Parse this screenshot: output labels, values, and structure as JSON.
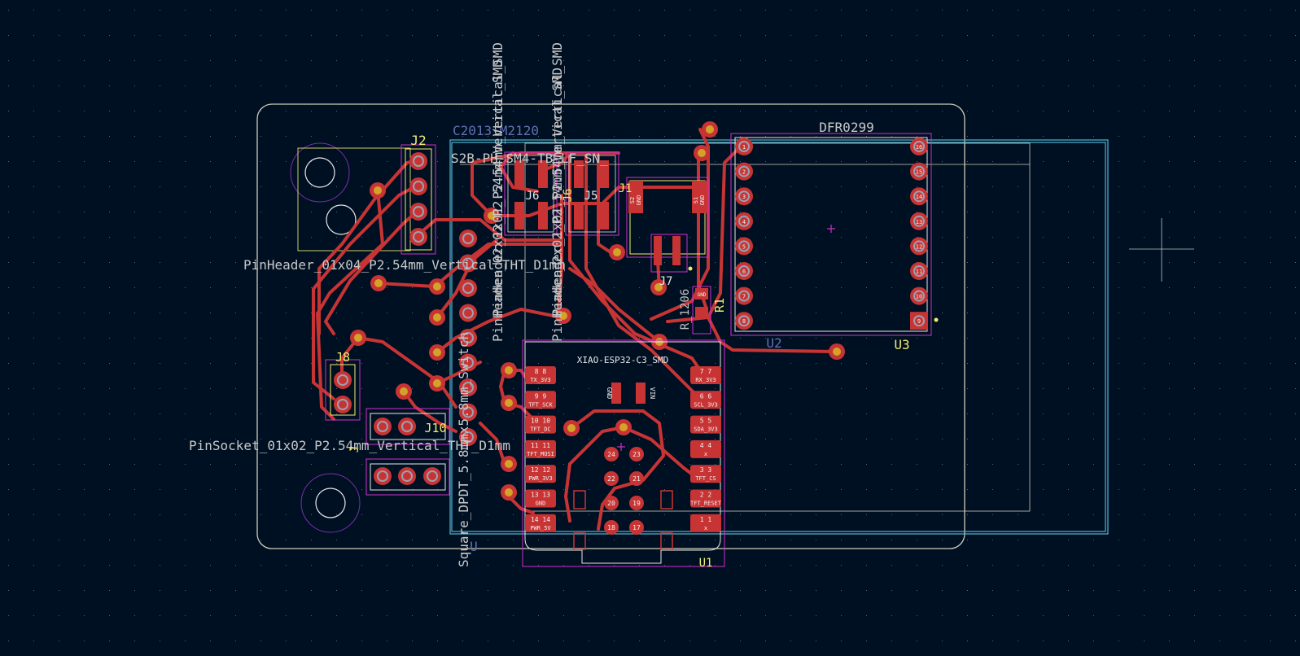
{
  "app": "pcb-layout-editor",
  "colors": {
    "background": "#001023",
    "grid_dot": "#5a6472",
    "edge_cuts": "#cfcbb8",
    "copper": "#c83434",
    "pad_ring": "#d3a327",
    "pad_center": "#a06a10",
    "silk_white": "#d8d8d0",
    "silk_yellow": "#f2ec6e",
    "courtyard": "#d130c9",
    "fab_gray": "#9aa0b0",
    "fab_dim": "#6070b0",
    "outline_cyan": "#4fb6d0",
    "cursor": "#c0c0c0"
  },
  "labels": {
    "j2_ref": "J2",
    "dfr_value": "DFR0299",
    "u3_ref": "U3",
    "u2_ref": "U2",
    "u1_ref": "U1",
    "u_ref": "U",
    "j6_ref": "J6",
    "j5_ref": "J5",
    "j7_ref": "J7",
    "j8_ref": "J8",
    "j_ref": "J",
    "r1_ref": "R1",
    "r_val": "R_1206",
    "j10_ref": "J10",
    "j6b_ref": "J6",
    "j5b_ref": "J5",
    "j1_ref": "J1",
    "conn_value": "C2013-M2120",
    "s2b_value": "S2B-PH-SM4-TB_LF_SN_",
    "pinheader_01x04": "PinHeader_01x04_P2.54mm_Vertical_THT_D1mm",
    "pinheader_02x02_a": "PinHeader_02x02_P2.54mm_Vertical_SMD",
    "pinheader_02x02_b": "PinHeader_2x02_P2.54mm_Vertical_SMD",
    "pinheader_1x01_a": "PinHeader_1x01_P2.54mm_Vertical_SMD",
    "pinheader_1x01_b": "PinHeader_1x01_P2.54mm_Vertical_SMD",
    "pinsocket": "PinSocket_01x02_P2.54mm_Vertical_THT_D1mm",
    "switch_value": "Square_DPDT_5.8mmx5.8mm_Switch",
    "xiao_title": "XIAO-ESP32-C3_SMD",
    "gnd_pad": "GND",
    "vin_pad": "VIN",
    "s2_pad": "S2",
    "s1_pad": "S1",
    "gnd_s2": "GND",
    "gnd_s1": "GND",
    "r1_pad": "GND"
  },
  "xiao_pins_left": [
    {
      "num": "8 8",
      "name": "TX_3V3"
    },
    {
      "num": "9 9",
      "name": "TFT_SCK"
    },
    {
      "num": "10 10",
      "name": "TFT_DC"
    },
    {
      "num": "11 11",
      "name": "TFT_MOSI"
    },
    {
      "num": "12 12",
      "name": "PWR_3V3"
    },
    {
      "num": "13 13",
      "name": "GND"
    },
    {
      "num": "14 14",
      "name": "PWR_5V"
    }
  ],
  "xiao_pins_right": [
    {
      "num": "7 7",
      "name": "RX_3V3"
    },
    {
      "num": "6 6",
      "name": "SCL_3V3"
    },
    {
      "num": "5 5",
      "name": "SDA_3V3"
    },
    {
      "num": "4 4",
      "name": "x"
    },
    {
      "num": "3 3",
      "name": "TFT_CS"
    },
    {
      "num": "2 2",
      "name": "TFT_RESET"
    },
    {
      "num": "1 1",
      "name": "x"
    }
  ],
  "xiao_bottom_pads": [
    "24",
    "23",
    "22",
    "21",
    "20",
    "19",
    "18",
    "17"
  ],
  "dfr_pins_left": [
    "1",
    "2",
    "3",
    "4",
    "5",
    "6",
    "7",
    "8"
  ],
  "dfr_pins_right": [
    "16",
    "15",
    "14",
    "13",
    "12",
    "11",
    "10",
    "9"
  ]
}
